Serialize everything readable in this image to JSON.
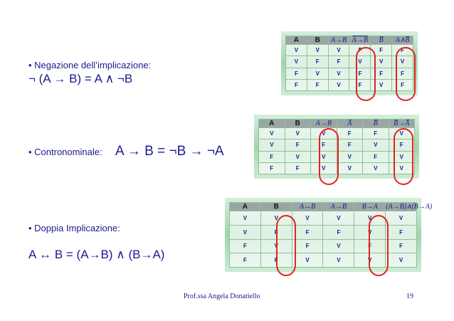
{
  "slide": {
    "sections": {
      "negation": {
        "title": "• Negazione dell’implicazione:",
        "formula": "¬ (A → B)    = A ∧  ¬B"
      },
      "contranominal": {
        "title": "• Contronominale:",
        "formula": "A →  B  =  ¬B    →  ¬A"
      },
      "double": {
        "title": "• Doppia Implicazione:",
        "formula": "A ↔  B = (A→B)  ∧ (B→A)"
      }
    },
    "table1": {
      "headers": [
        "A",
        "B",
        "A→B",
        "A→B (negated)",
        "B̅",
        "A∧B̅"
      ],
      "rows": [
        [
          "V",
          "V",
          "V",
          "F",
          "F",
          "F"
        ],
        [
          "V",
          "F",
          "F",
          "V",
          "V",
          "V"
        ],
        [
          "F",
          "V",
          "V",
          "F",
          "F",
          "F"
        ],
        [
          "F",
          "F",
          "V",
          "F",
          "V",
          "F"
        ]
      ]
    },
    "table2": {
      "headers": [
        "A",
        "B",
        "A→B",
        "A̅",
        "B̅",
        "B̅→A̅"
      ],
      "rows": [
        [
          "V",
          "V",
          "V",
          "F",
          "F",
          "V"
        ],
        [
          "V",
          "F",
          "F",
          "F",
          "V",
          "F"
        ],
        [
          "F",
          "V",
          "V",
          "V",
          "F",
          "V"
        ],
        [
          "F",
          "F",
          "V",
          "V",
          "V",
          "V"
        ]
      ]
    },
    "table3": {
      "headers": [
        "A",
        "B",
        "A↔B",
        "A→B",
        "B→A",
        "(A→B)∧(B→A)"
      ],
      "rows": [
        [
          "V",
          "V",
          "V",
          "V",
          "V",
          "V"
        ],
        [
          "V",
          "F",
          "F",
          "F",
          "V",
          "F"
        ],
        [
          "F",
          "V",
          "F",
          "V",
          "F",
          "F"
        ],
        [
          "F",
          "F",
          "V",
          "V",
          "V",
          "V"
        ]
      ]
    },
    "footer": {
      "author": "Prof.ssa Angela Donatiello",
      "page_number": "19"
    },
    "colors": {
      "text": "#1a1a8c",
      "header_bg": "#9aa6a6",
      "table_bg": "#9fd6ad",
      "highlight": "#e0251f"
    }
  }
}
